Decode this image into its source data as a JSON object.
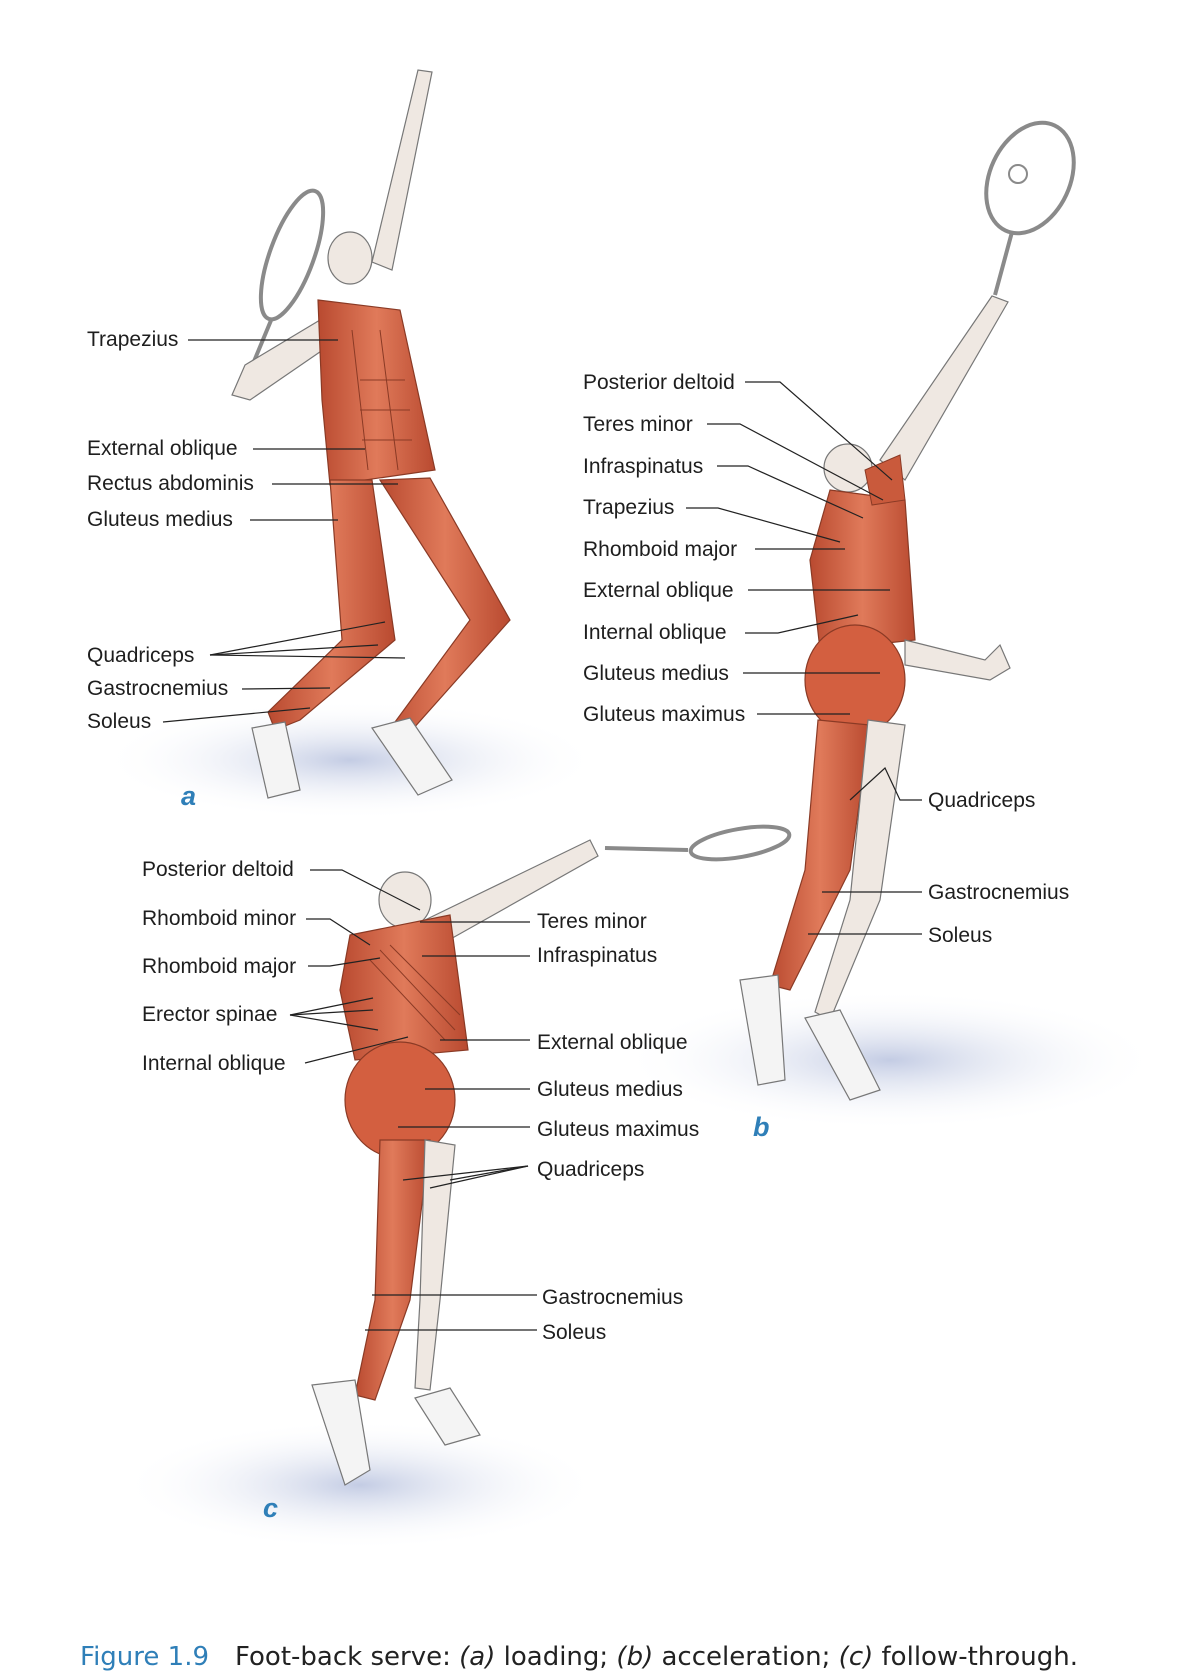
{
  "panel_a": {
    "letter": "a",
    "labels": {
      "trapezius": "Trapezius",
      "external_oblique": "External oblique",
      "rectus_abdominis": "Rectus abdominis",
      "gluteus_medius": "Gluteus medius",
      "quadriceps": "Quadriceps",
      "gastrocnemius": "Gastrocnemius",
      "soleus": "Soleus"
    }
  },
  "panel_b": {
    "letter": "b",
    "labels": {
      "posterior_deltoid": "Posterior deltoid",
      "teres_minor": "Teres minor",
      "infraspinatus": "Infraspinatus",
      "trapezius": "Trapezius",
      "rhomboid_major": "Rhomboid major",
      "external_oblique": "External oblique",
      "internal_oblique": "Internal oblique",
      "gluteus_medius": "Gluteus medius",
      "gluteus_maximus": "Gluteus maximus",
      "quadriceps": "Quadriceps",
      "gastrocnemius": "Gastrocnemius",
      "soleus": "Soleus"
    }
  },
  "panel_c": {
    "letter": "c",
    "labels": {
      "posterior_deltoid": "Posterior deltoid",
      "rhomboid_minor": "Rhomboid minor",
      "rhomboid_major": "Rhomboid major",
      "erector_spinae": "Erector spinae",
      "internal_oblique": "Internal oblique",
      "teres_minor": "Teres minor",
      "infraspinatus": "Infraspinatus",
      "external_oblique": "External oblique",
      "gluteus_medius": "Gluteus medius",
      "gluteus_maximus": "Gluteus maximus",
      "quadriceps": "Quadriceps",
      "gastrocnemius": "Gastrocnemius",
      "soleus": "Soleus"
    }
  },
  "caption": {
    "figure_number": "Figure 1.9",
    "lead": "Foot-back serve: ",
    "a_tag": "(a)",
    "a_text": " loading; ",
    "b_tag": "(b)",
    "b_text": " acceleration; ",
    "c_tag": "(c)",
    "c_text": " follow-through."
  },
  "colors": {
    "muscle": "#d9694a",
    "muscle_dark": "#b94a30",
    "skin": "#f1ece7",
    "shadow": "#c9d1e6",
    "accent": "#2f7fb8",
    "leader": "#222222"
  }
}
